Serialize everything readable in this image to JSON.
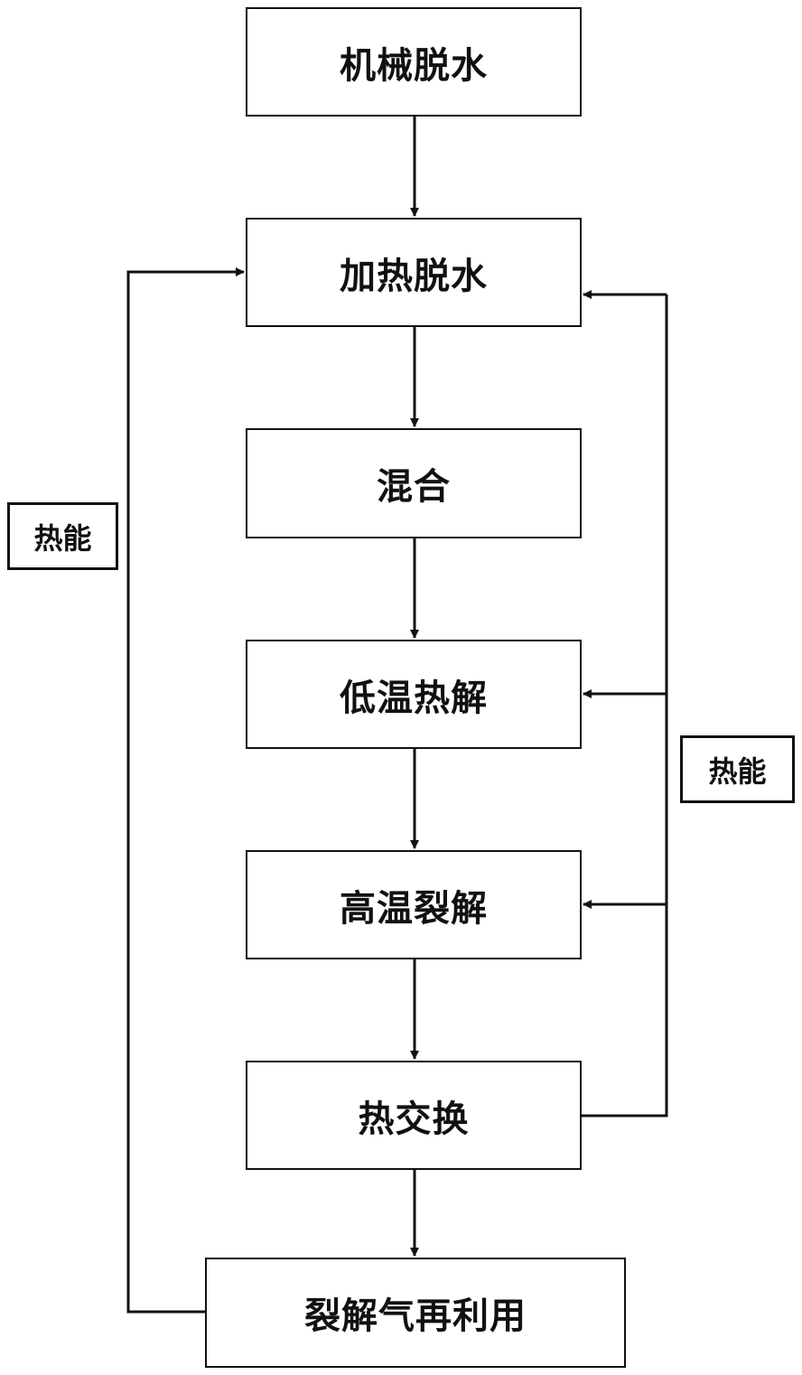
{
  "steps": {
    "mechanical_dewatering": "机械脱水",
    "heating_dewatering": "加热脱水",
    "mixing": "混合",
    "low_temp_pyrolysis": "低温热解",
    "high_temp_cracking": "高温裂解",
    "heat_exchange": "热交换",
    "cracked_gas_reuse": "裂解气再利用"
  },
  "feedback_labels": {
    "left": "热能",
    "right": "热能"
  },
  "colors": {
    "line": "#111111",
    "background": "#ffffff"
  }
}
